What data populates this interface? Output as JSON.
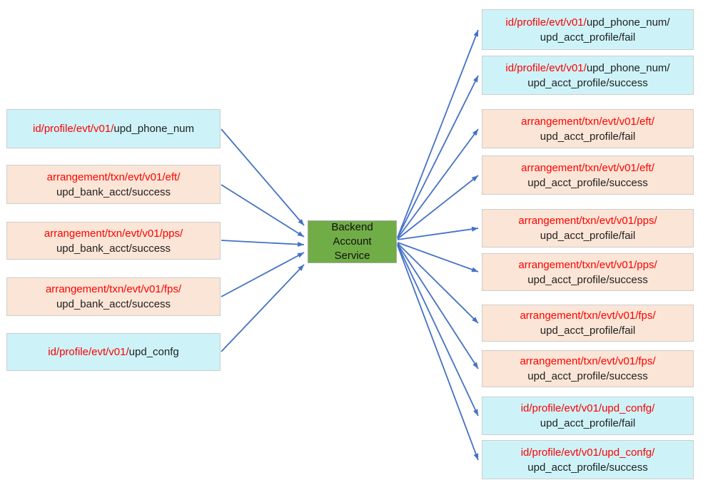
{
  "colors": {
    "cyan_topic_fill": "#cdf3f8",
    "peach_topic_fill": "#fbe5d6",
    "service_fill": "#70ad47",
    "arrow_blue": "#4472c4",
    "topic_prefix_red": "#fe0000",
    "topic_text_black": "#1f1f1f"
  },
  "center_box": {
    "label": "Backend\nAccount\nService"
  },
  "left_boxes": [
    {
      "style": "cyan",
      "line1_red": "id/profile/evt/v01/",
      "line1_black": "upd_phone_num",
      "line2": ""
    },
    {
      "style": "peach",
      "line1_red": "arrangement/txn/evt/v01/eft/",
      "line1_black": "",
      "line2": "upd_bank_acct/success"
    },
    {
      "style": "peach",
      "line1_red": "arrangement/txn/evt/v01/pps/",
      "line1_black": "",
      "line2": "upd_bank_acct/success"
    },
    {
      "style": "peach",
      "line1_red": "arrangement/txn/evt/v01/fps/",
      "line1_black": "",
      "line2": "upd_bank_acct/success"
    },
    {
      "style": "cyan",
      "line1_red": "id/profile/evt/v01/",
      "line1_black": "upd_confg",
      "line2": ""
    }
  ],
  "right_boxes": [
    {
      "style": "cyan",
      "line1_red": "id/profile/evt/v01/",
      "line1_black": "upd_phone_num/",
      "line2": "upd_acct_profile/fail"
    },
    {
      "style": "cyan",
      "line1_red": "id/profile/evt/v01/",
      "line1_black": "upd_phone_num/",
      "line2": "upd_acct_profile/success"
    },
    {
      "style": "peach",
      "line1_red": "arrangement/txn/evt/v01/eft/",
      "line1_black": "",
      "line2": "upd_acct_profile/fail"
    },
    {
      "style": "peach",
      "line1_red": "arrangement/txn/evt/v01/eft/",
      "line1_black": "",
      "line2": "upd_acct_profile/success"
    },
    {
      "style": "peach",
      "line1_red": "arrangement/txn/evt/v01/pps/",
      "line1_black": "",
      "line2": "upd_acct_profile/fail"
    },
    {
      "style": "peach",
      "line1_red": "arrangement/txn/evt/v01/pps/",
      "line1_black": "",
      "line2": "upd_acct_profile/success"
    },
    {
      "style": "peach",
      "line1_red": "arrangement/txn/evt/v01/fps/",
      "line1_black": "",
      "line2": "upd_acct_profile/fail"
    },
    {
      "style": "peach",
      "line1_red": "arrangement/txn/evt/v01/fps/",
      "line1_black": "",
      "line2": "upd_acct_profile/success"
    },
    {
      "style": "cyan",
      "line1_red": "id/profile/evt/v01/upd_confg/",
      "line1_black": "",
      "line2": "upd_acct_profile/fail"
    },
    {
      "style": "cyan",
      "line1_red": "id/profile/evt/v01/upd_confg/",
      "line1_black": "",
      "line2": "upd_acct_profile/success"
    }
  ]
}
